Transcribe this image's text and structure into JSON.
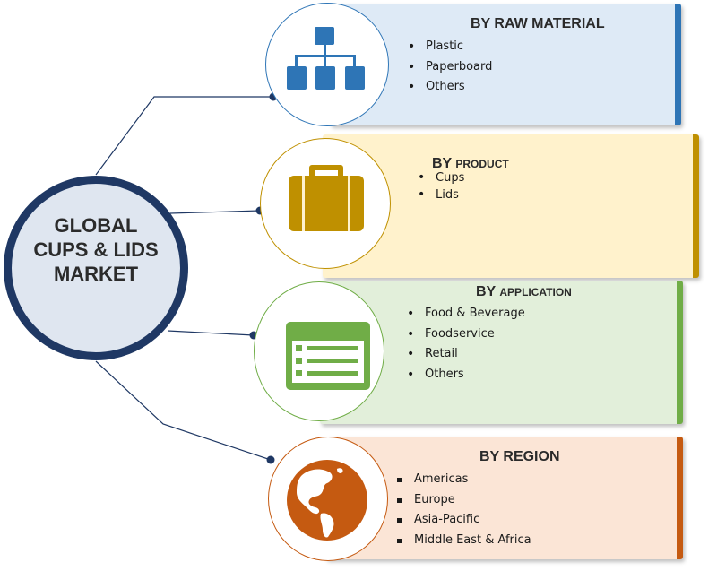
{
  "center": {
    "lines": [
      "GLOBAL",
      "CUPS & LIDS",
      "MARKET"
    ]
  },
  "segments": [
    {
      "title": "BY RAW MATERIAL",
      "icon": "hierarchy-icon",
      "items": [
        "Plastic",
        "Paperboard",
        "Others"
      ],
      "accent": "#2e75b6",
      "fill": "#deeaf6"
    },
    {
      "title_prefix": "BY",
      "title_suffix": "PRODUCT",
      "icon": "briefcase-icon",
      "items": [
        "Cups",
        "Lids"
      ],
      "accent": "#bf9000",
      "fill": "#fff2cc"
    },
    {
      "title_prefix": "BY",
      "title_suffix": "APPLICATION",
      "icon": "list-window-icon",
      "items": [
        "Food & Beverage",
        "Foodservice",
        "Retail",
        "Others"
      ],
      "accent": "#70ad47",
      "fill": "#e2efda"
    },
    {
      "title": "BY REGION",
      "icon": "globe-icon",
      "items": [
        "Americas",
        "Europe",
        "Asia-Pacific",
        "Middle East & Africa"
      ],
      "accent": "#c55a11",
      "fill": "#fbe5d6"
    }
  ],
  "colors": {
    "hub_border": "#1f3864",
    "connector": "#1f3864"
  }
}
